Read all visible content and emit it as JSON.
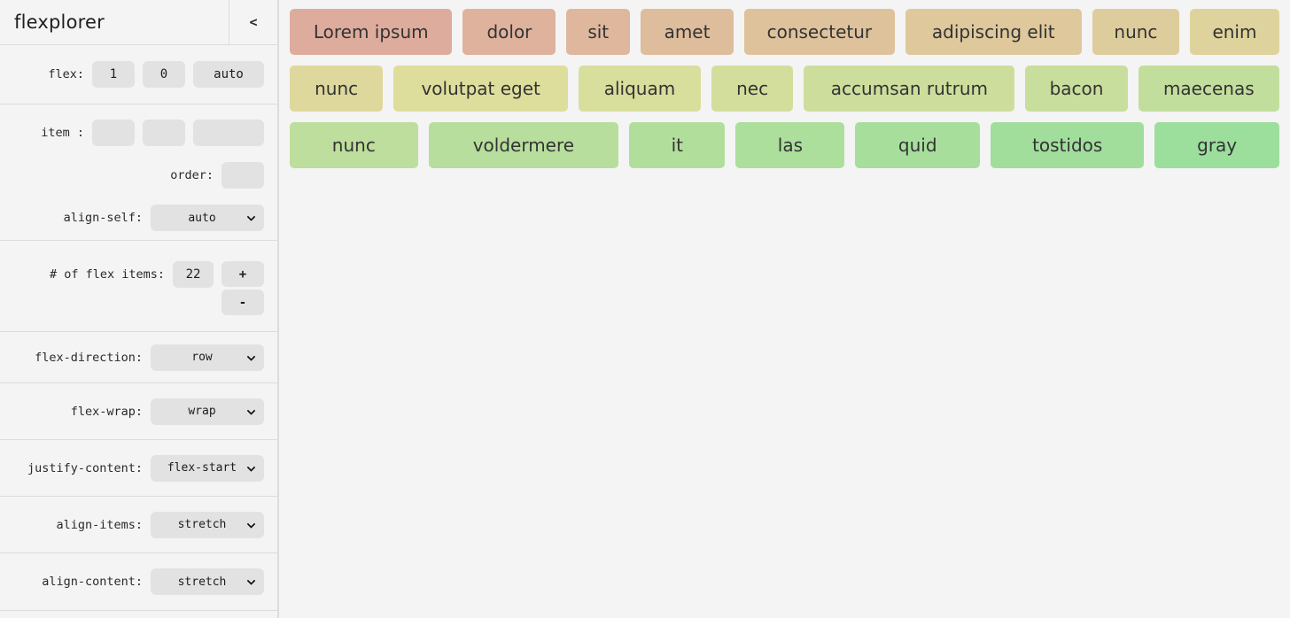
{
  "window": {
    "title": "flexplorer",
    "collapse_label": "<"
  },
  "colors": {
    "background": "#f4f4f4",
    "divider": "#dcdcdc",
    "control_bg": "#e2e2e2",
    "item_text": "#333333",
    "gradient_start": "#deac9c",
    "gradient_end": "#9cde9c"
  },
  "sidebar": {
    "flex_row": {
      "label": "flex:",
      "values": [
        "1",
        "0",
        "auto"
      ]
    },
    "item_row": {
      "label": "item :",
      "values": [
        "",
        "",
        ""
      ]
    },
    "order_row": {
      "label": "order:",
      "value": ""
    },
    "align_self": {
      "label": "align-self:",
      "value": "auto"
    },
    "count_row": {
      "label": "# of flex items:",
      "value": "22",
      "increment": "+",
      "decrement": "-"
    },
    "flex_direction": {
      "label": "flex-direction:",
      "value": "row"
    },
    "flex_wrap": {
      "label": "flex-wrap:",
      "value": "wrap"
    },
    "justify_content": {
      "label": "justify-content:",
      "value": "flex-start"
    },
    "align_items": {
      "label": "align-items:",
      "value": "stretch"
    },
    "align_content": {
      "label": "align-content:",
      "value": "stretch"
    }
  },
  "main": {
    "rows": [
      [
        {
          "label": "Lorem ipsum",
          "color": "#deac9c",
          "basis": 187
        },
        {
          "label": "dolor",
          "color": "#deb29c",
          "basis": 107
        },
        {
          "label": "sit",
          "color": "#deb79c",
          "basis": 73
        },
        {
          "label": "amet",
          "color": "#debd9c",
          "basis": 107
        },
        {
          "label": "consectetur",
          "color": "#dec29c",
          "basis": 173
        },
        {
          "label": "adipiscing elit",
          "color": "#dec89c",
          "basis": 203
        },
        {
          "label": "nunc",
          "color": "#decd9c",
          "basis": 100
        },
        {
          "label": "enim",
          "color": "#ded39c",
          "basis": 103
        }
      ],
      [
        {
          "label": "nunc",
          "color": "#ded89c",
          "basis": 107
        },
        {
          "label": "volutpat eget",
          "color": "#dede9c",
          "basis": 200
        },
        {
          "label": "aliquam",
          "color": "#d8de9c",
          "basis": 140
        },
        {
          "label": "nec",
          "color": "#d3de9c",
          "basis": 94
        },
        {
          "label": "accumsan rutrum",
          "color": "#cdde9c",
          "basis": 242
        },
        {
          "label": "bacon",
          "color": "#c8de9c",
          "basis": 117
        },
        {
          "label": "maecenas",
          "color": "#c2de9c",
          "basis": 162
        }
      ],
      [
        {
          "label": "nunc",
          "color": "#bdde9c",
          "basis": 147
        },
        {
          "label": "voldermere",
          "color": "#b7de9c",
          "basis": 218
        },
        {
          "label": "it",
          "color": "#b2de9c",
          "basis": 110
        },
        {
          "label": "las",
          "color": "#acde9c",
          "basis": 125
        },
        {
          "label": "quid",
          "color": "#a7de9c",
          "basis": 143
        },
        {
          "label": "tostidos",
          "color": "#a1de9c",
          "basis": 176
        },
        {
          "label": "gray",
          "color": "#9cde9c",
          "basis": 143
        }
      ]
    ]
  }
}
